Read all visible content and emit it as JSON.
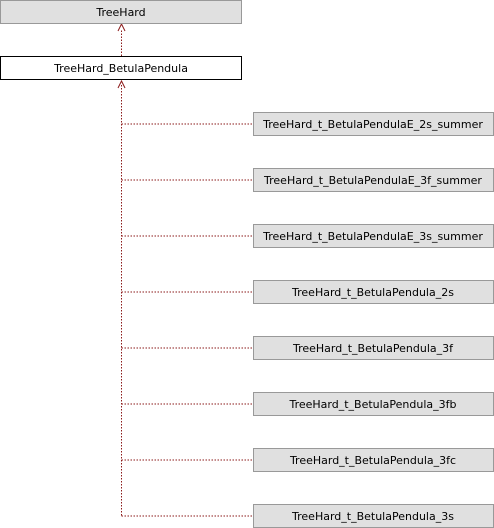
{
  "diagram": {
    "type": "inheritance",
    "root": {
      "label": "TreeHard"
    },
    "focus": {
      "label": "TreeHard_BetulaPendula"
    },
    "children": [
      {
        "label": "TreeHard_t_BetulaPendulaE_2s_summer"
      },
      {
        "label": "TreeHard_t_BetulaPendulaE_3f_summer"
      },
      {
        "label": "TreeHard_t_BetulaPendulaE_3s_summer"
      },
      {
        "label": "TreeHard_t_BetulaPendula_2s"
      },
      {
        "label": "TreeHard_t_BetulaPendula_3f"
      },
      {
        "label": "TreeHard_t_BetulaPendula_3fb"
      },
      {
        "label": "TreeHard_t_BetulaPendula_3fc"
      },
      {
        "label": "TreeHard_t_BetulaPendula_3s"
      }
    ],
    "colors": {
      "box_fill": "#e0e0e0",
      "box_stroke": "#999999",
      "focus_fill": "#ffffff",
      "focus_stroke": "#000000",
      "edge": "#8b1a1a"
    }
  }
}
